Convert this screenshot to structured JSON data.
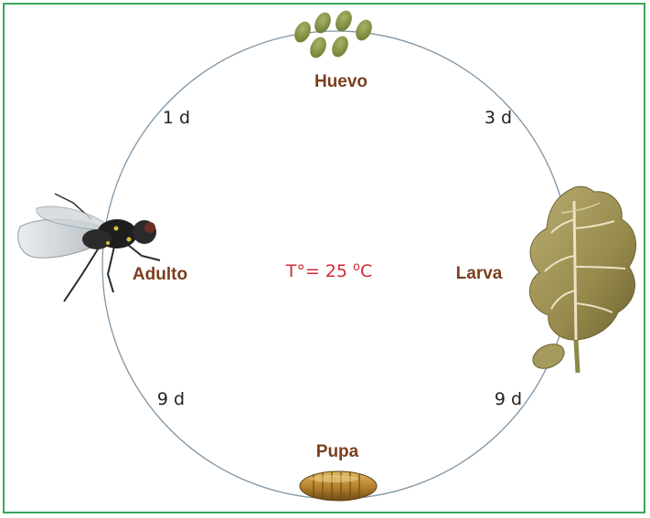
{
  "colors": {
    "frame": "#3aa55a",
    "cycle": "#7f95a6",
    "stage_text": "#7a3f1e",
    "duration_text": "#222222",
    "temperature_text": "#d02a35"
  },
  "temperature": {
    "prefix": "T°= 25 ",
    "unit_super": "o",
    "unit": "C"
  },
  "stages": {
    "egg": {
      "label": "Huevo",
      "icon": "eggs-icon"
    },
    "larva": {
      "label": "Larva",
      "icon": "leaf-mine-icon"
    },
    "pupa": {
      "label": "Pupa",
      "icon": "pupa-icon"
    },
    "adult": {
      "label": "Adulto",
      "icon": "fly-icon"
    }
  },
  "durations": {
    "egg_to_larva": "3 d",
    "larva_to_pupa": "9 d",
    "pupa_to_adult": "9 d",
    "adult_to_egg": "1 d"
  }
}
